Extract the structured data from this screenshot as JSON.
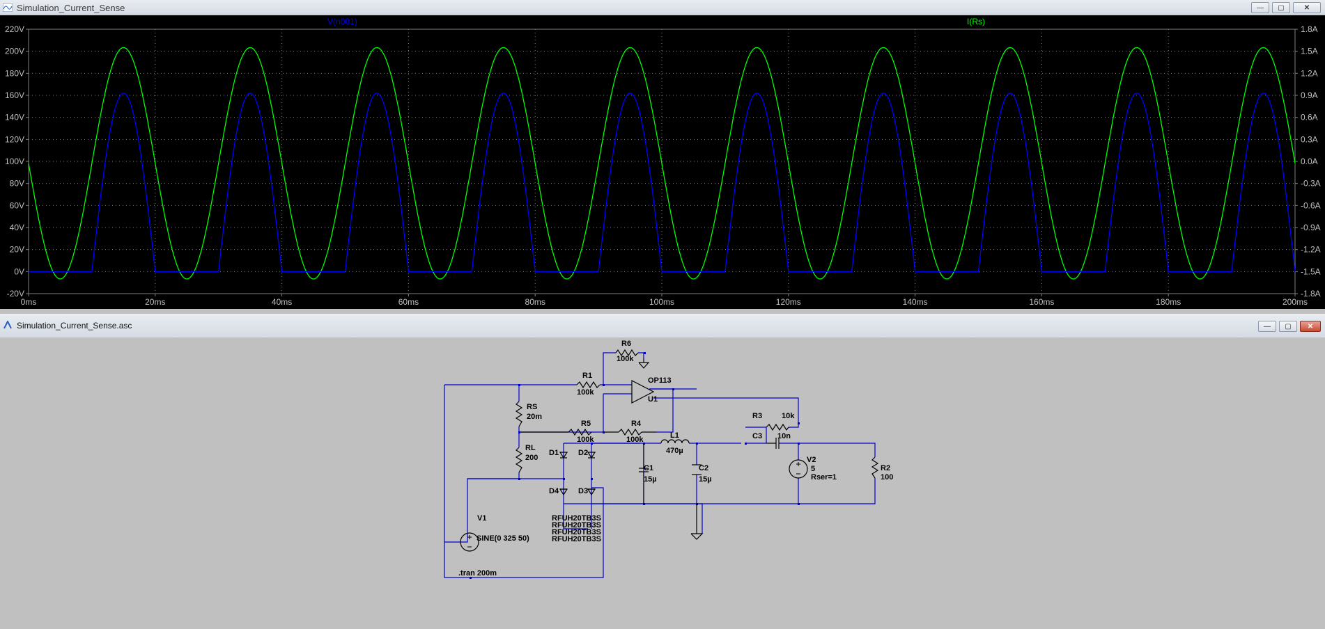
{
  "waveform_window": {
    "title": "Simulation_Current_Sense",
    "buttons": {
      "minimize": "—",
      "maximize": "▢",
      "close": "✕"
    }
  },
  "schematic_window": {
    "title": "Simulation_Current_Sense.asc",
    "buttons": {
      "minimize": "—",
      "maximize": "▢",
      "close": "✕"
    }
  },
  "chart_data": {
    "type": "line",
    "title": "",
    "xlabel": "",
    "ylabel": "",
    "background": "#000000",
    "grid": true,
    "x_ticks": [
      "0ms",
      "20ms",
      "40ms",
      "60ms",
      "80ms",
      "100ms",
      "120ms",
      "140ms",
      "160ms",
      "180ms",
      "200ms"
    ],
    "y_left_ticks": [
      "220V",
      "200V",
      "180V",
      "160V",
      "140V",
      "120V",
      "100V",
      "80V",
      "60V",
      "40V",
      "20V",
      "0V",
      "-20V"
    ],
    "y_right_ticks": [
      "1.8A",
      "1.5A",
      "1.2A",
      "0.9A",
      "0.6A",
      "0.3A",
      "0.0A",
      "-0.3A",
      "-0.6A",
      "-0.9A",
      "-1.2A",
      "-1.5A",
      "-1.8A"
    ],
    "xlim_ms": [
      0,
      200
    ],
    "ylim_left_V": [
      -20,
      220
    ],
    "ylim_right_A": [
      -1.8,
      1.8
    ],
    "series": [
      {
        "name": "V(n001)",
        "axis": "left",
        "color": "#0000ff",
        "description_values": {
          "peak_V": 162,
          "floor_V": 0,
          "period_ms": 20,
          "peak_at_ms": 15,
          "conduction_start_ms": 10,
          "conduction_end_ms": 20
        }
      },
      {
        "name": "I(Rs)",
        "axis": "right",
        "color": "#00ff00",
        "description_values": {
          "peak_A": 1.55,
          "trough_A": -1.6,
          "period_ms": 20,
          "peak_at_ms": 15,
          "value_at_0ms_A": 0.0
        }
      }
    ]
  },
  "schematic": {
    "components": {
      "R6": {
        "name": "R6",
        "value": "100k"
      },
      "R1": {
        "name": "R1",
        "value": "100k"
      },
      "U1": {
        "name": "U1",
        "model": "OP113"
      },
      "RS": {
        "name": "RS",
        "value": "20m"
      },
      "R5": {
        "name": "R5",
        "value": "100k"
      },
      "R4": {
        "name": "R4",
        "value": "100k"
      },
      "L1": {
        "name": "L1",
        "value": "470µ"
      },
      "R3": {
        "name": "R3",
        "value": "10k"
      },
      "C3": {
        "name": "C3",
        "value": "10n"
      },
      "RL": {
        "name": "RL",
        "value": "200"
      },
      "D1": {
        "name": "D1"
      },
      "D2": {
        "name": "D2"
      },
      "D3": {
        "name": "D3"
      },
      "D4": {
        "name": "D4"
      },
      "C1": {
        "name": "C1",
        "value": "15µ"
      },
      "C2": {
        "name": "C2",
        "value": "15µ"
      },
      "V2": {
        "name": "V2",
        "value": "5",
        "extra": "Rser=1"
      },
      "R2": {
        "name": "R2",
        "value": "100"
      },
      "V1": {
        "name": "V1",
        "value": "SINE(0 325 50)"
      }
    },
    "diode_models": [
      "RFUH20TB3S",
      "RFUH20TB3S",
      "RFUH20TB3S",
      "RFUH20TB3S"
    ],
    "directive": ".tran 200m"
  }
}
